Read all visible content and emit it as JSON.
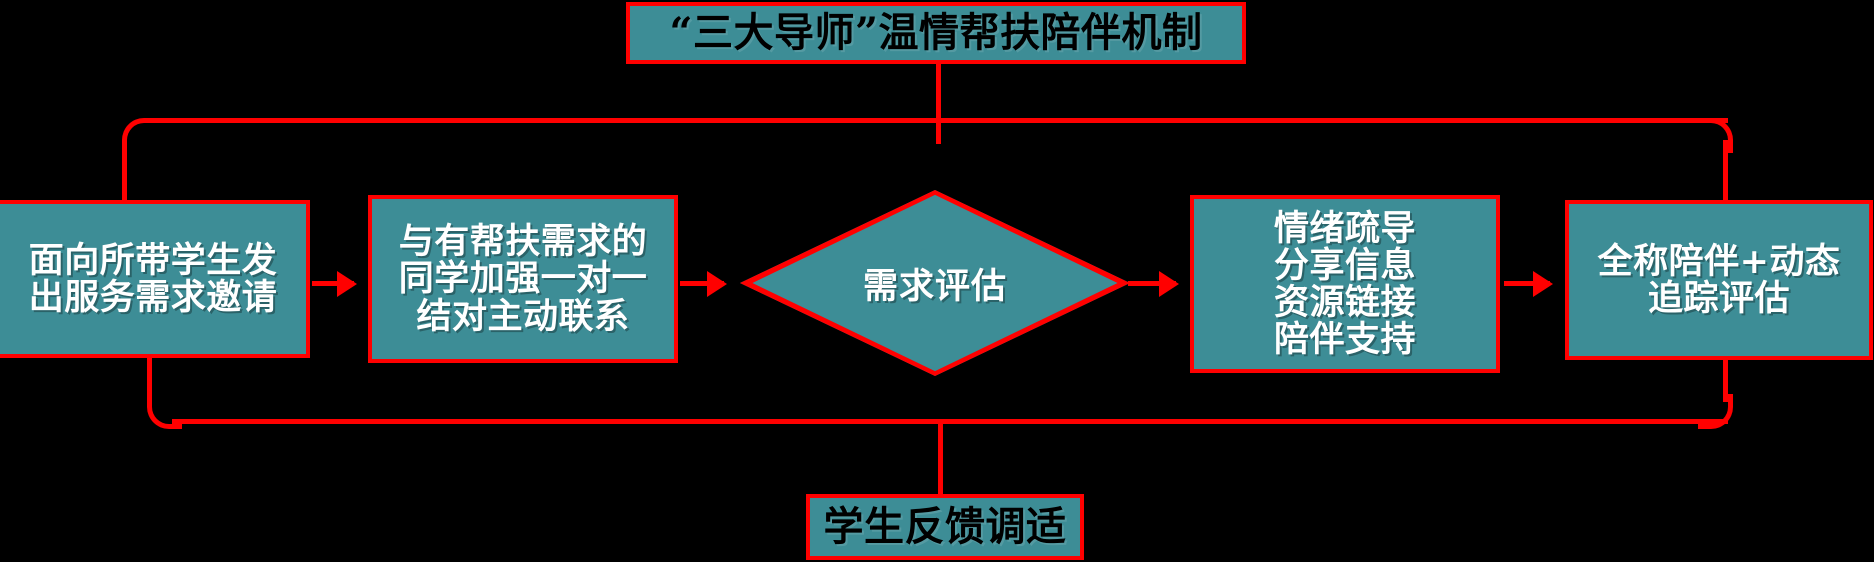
{
  "diagram": {
    "title": "“三大导师”温情帮扶陪伴机制",
    "colors": {
      "background": "#000000",
      "node_fill": "#3d8d96",
      "node_border": "#ff0000",
      "connector": "#ff0000",
      "node_text": "#ffffff",
      "title_text": "#000000"
    },
    "nodes": [
      {
        "id": "invite",
        "shape": "rect",
        "label": "面向所带学生发\n出服务需求邀请"
      },
      {
        "id": "pairing",
        "shape": "rect",
        "label": "与有帮扶需求的\n同学加强一对一\n结对主动联系"
      },
      {
        "id": "assessment",
        "shape": "diamond",
        "label": "需求评估"
      },
      {
        "id": "services",
        "shape": "rect",
        "label": "情绪疏导\n分享信息\n资源链接\n陪伴支持"
      },
      {
        "id": "tracking",
        "shape": "rect",
        "label": "全称陪伴+动态\n追踪评估"
      },
      {
        "id": "feedback",
        "shape": "rect",
        "label": "学生反馈调适"
      }
    ]
  }
}
